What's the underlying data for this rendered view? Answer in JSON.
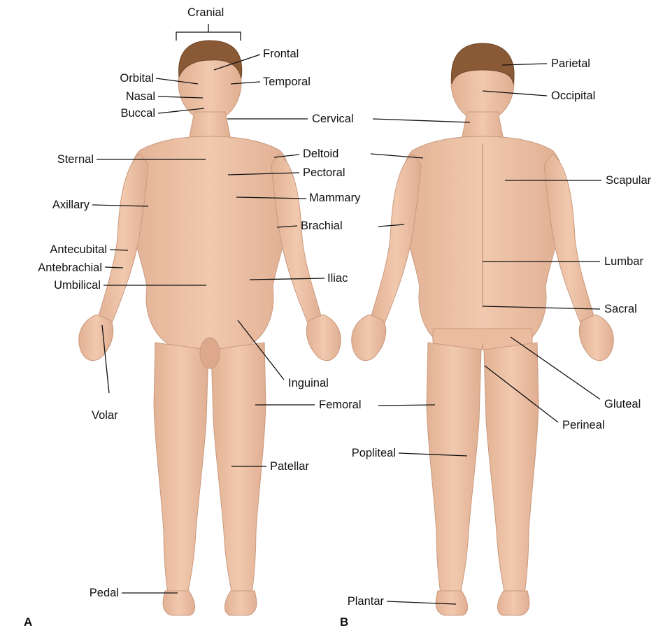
{
  "colors": {
    "skin": "#edc3a8",
    "skin_shade": "#d9a78b",
    "hair": "#8a5a36",
    "line": "#111111"
  },
  "panels": {
    "front_letter": "A",
    "back_letter": "B"
  },
  "front_labels": {
    "cranial": "Cranial",
    "frontal": "Frontal",
    "orbital": "Orbital",
    "temporal": "Temporal",
    "nasal": "Nasal",
    "buccal": "Buccal",
    "cervical": "Cervical",
    "sternal": "Sternal",
    "deltoid": "Deltoid",
    "pectoral": "Pectoral",
    "axillary": "Axillary",
    "mammary": "Mammary",
    "brachial": "Brachial",
    "antecubital": "Antecubital",
    "antebrachial": "Antebrachial",
    "umbilical": "Umbilical",
    "iliac": "Iliac",
    "inguinal": "Inguinal",
    "volar": "Volar",
    "femoral": "Femoral",
    "patellar": "Patellar",
    "pedal": "Pedal"
  },
  "back_labels": {
    "parietal": "Parietal",
    "occipital": "Occipital",
    "scapular": "Scapular",
    "lumbar": "Lumbar",
    "sacral": "Sacral",
    "gluteal": "Gluteal",
    "perineal": "Perineal",
    "popliteal": "Popliteal",
    "plantar": "Plantar"
  }
}
